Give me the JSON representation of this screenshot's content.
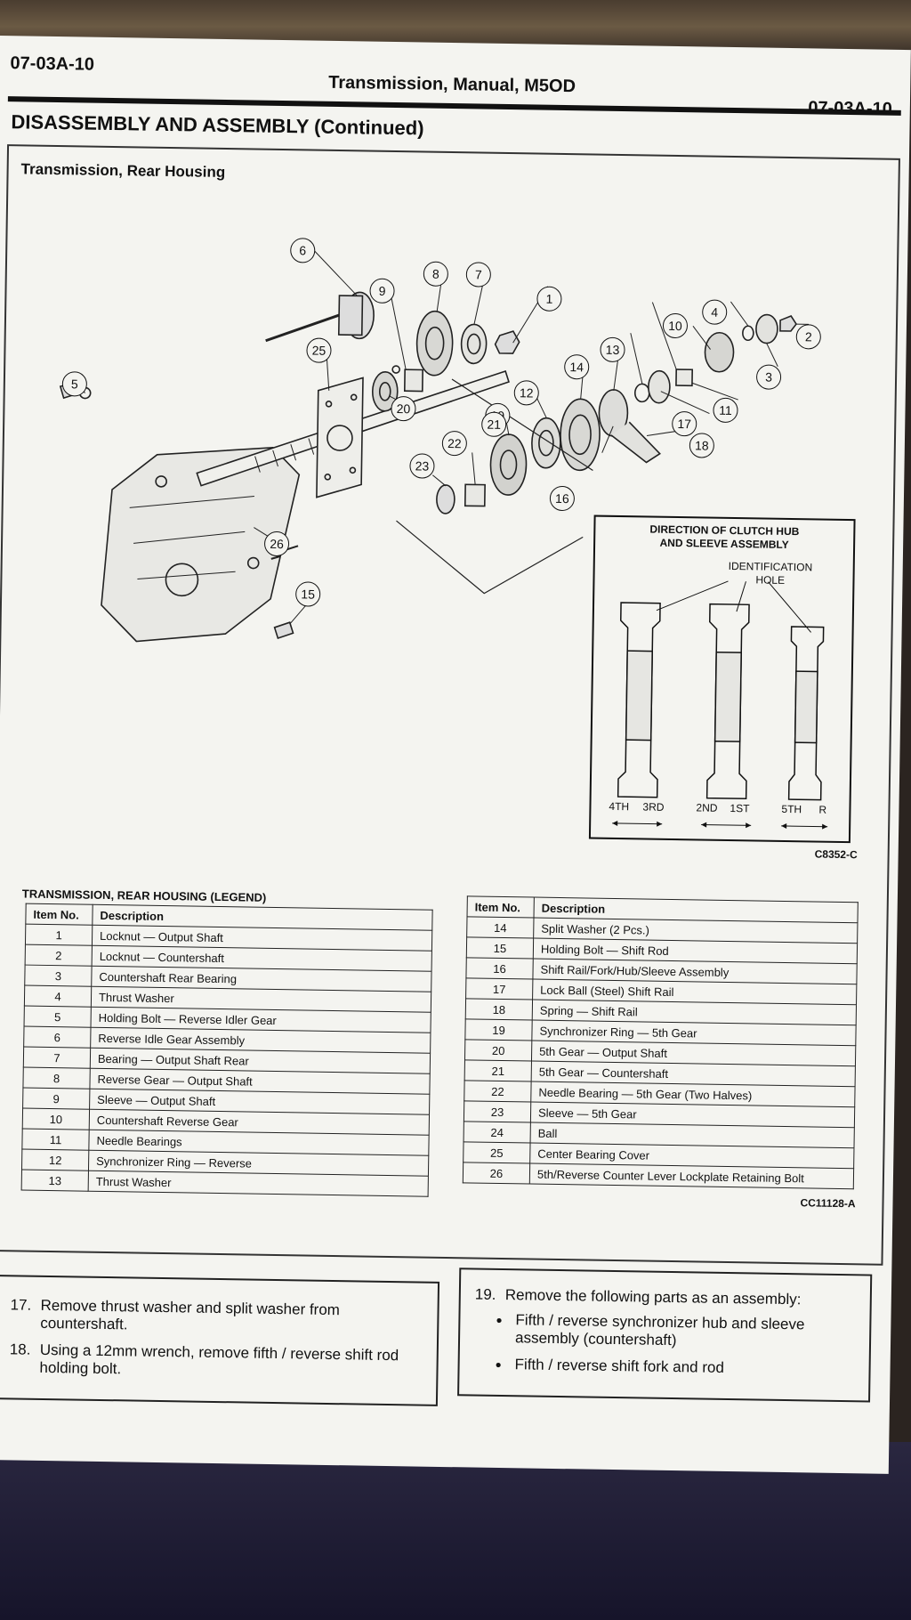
{
  "header": {
    "code_left": "07-03A-10",
    "title": "Transmission, Manual, M5OD",
    "code_right": "07-03A-10"
  },
  "section_title": "DISASSEMBLY AND ASSEMBLY (Continued)",
  "figure": {
    "title": "Transmission, Rear Housing",
    "callouts": [
      "1",
      "2",
      "3",
      "4",
      "5",
      "6",
      "7",
      "8",
      "9",
      "10",
      "11",
      "12",
      "13",
      "14",
      "15",
      "16",
      "17",
      "18",
      "19",
      "20",
      "21",
      "22",
      "23",
      "25",
      "26"
    ],
    "inset": {
      "title_line1": "DIRECTION OF CLUTCH HUB",
      "title_line2": "AND SLEEVE ASSEMBLY",
      "hole_line1": "IDENTIFICATION",
      "hole_line2": "HOLE",
      "labels": [
        "4TH",
        "3RD",
        "2ND",
        "1ST",
        "5TH",
        "R"
      ]
    },
    "code_inset": "C8352-C",
    "code_legend": "CC11128-A"
  },
  "legend": {
    "title": "TRANSMISSION, REAR HOUSING (LEGEND)",
    "col_item": "Item No.",
    "col_desc": "Description",
    "left": [
      {
        "no": "1",
        "desc": "Locknut — Output Shaft"
      },
      {
        "no": "2",
        "desc": "Locknut — Countershaft"
      },
      {
        "no": "3",
        "desc": "Countershaft Rear Bearing"
      },
      {
        "no": "4",
        "desc": "Thrust Washer"
      },
      {
        "no": "5",
        "desc": "Holding Bolt — Reverse Idler Gear"
      },
      {
        "no": "6",
        "desc": "Reverse Idle Gear Assembly"
      },
      {
        "no": "7",
        "desc": "Bearing — Output Shaft Rear"
      },
      {
        "no": "8",
        "desc": "Reverse Gear — Output Shaft"
      },
      {
        "no": "9",
        "desc": "Sleeve — Output Shaft"
      },
      {
        "no": "10",
        "desc": "Countershaft Reverse Gear"
      },
      {
        "no": "11",
        "desc": "Needle Bearings"
      },
      {
        "no": "12",
        "desc": "Synchronizer Ring — Reverse"
      },
      {
        "no": "13",
        "desc": "Thrust Washer"
      }
    ],
    "right": [
      {
        "no": "14",
        "desc": "Split Washer (2 Pcs.)"
      },
      {
        "no": "15",
        "desc": "Holding Bolt — Shift Rod"
      },
      {
        "no": "16",
        "desc": "Shift Rail/Fork/Hub/Sleeve Assembly"
      },
      {
        "no": "17",
        "desc": "Lock Ball (Steel) Shift Rail"
      },
      {
        "no": "18",
        "desc": "Spring — Shift Rail"
      },
      {
        "no": "19",
        "desc": "Synchronizer Ring — 5th Gear"
      },
      {
        "no": "20",
        "desc": "5th Gear — Output Shaft"
      },
      {
        "no": "21",
        "desc": "5th Gear — Countershaft"
      },
      {
        "no": "22",
        "desc": "Needle Bearing — 5th Gear (Two Halves)"
      },
      {
        "no": "23",
        "desc": "Sleeve — 5th Gear"
      },
      {
        "no": "24",
        "desc": "Ball"
      },
      {
        "no": "25",
        "desc": "Center Bearing Cover"
      },
      {
        "no": "26",
        "desc": "5th/Reverse Counter Lever Lockplate Retaining Bolt"
      }
    ]
  },
  "steps_left": [
    {
      "n": "17.",
      "text": "Remove thrust washer and split washer from countershaft."
    },
    {
      "n": "18.",
      "text": "Using a 12mm wrench, remove fifth / reverse shift rod holding bolt."
    }
  ],
  "steps_right": {
    "n": "19.",
    "text": "Remove the following parts as an assembly:",
    "bullets": [
      "Fifth / reverse synchronizer hub and sleeve assembly (countershaft)",
      "Fifth / reverse shift fork and rod"
    ]
  }
}
